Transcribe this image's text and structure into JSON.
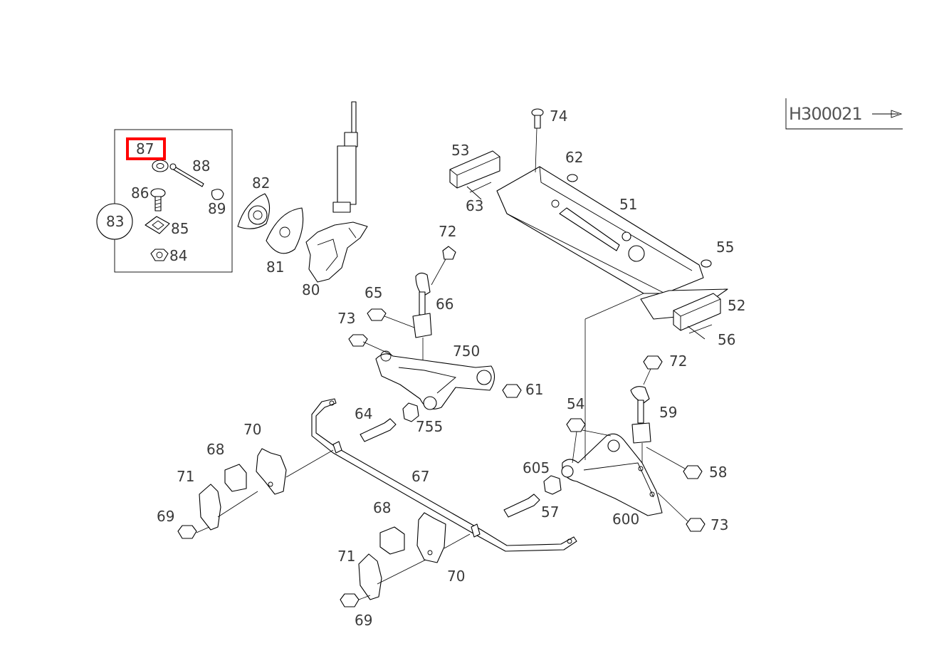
{
  "diagram": {
    "reference_code": "H300021",
    "highlighted_part": "87",
    "highlight_color": "#ff0000",
    "line_color": "#000000",
    "label_color": "#3a3a3a",
    "detail_box_label": "83",
    "callouts": [
      "87",
      "88",
      "86",
      "89",
      "85",
      "84",
      "83",
      "82",
      "81",
      "80",
      "74",
      "53",
      "62",
      "63",
      "51",
      "55",
      "52",
      "56",
      "72",
      "65",
      "66",
      "73",
      "750",
      "61",
      "64",
      "755",
      "70",
      "68",
      "71",
      "69",
      "67",
      "54",
      "72",
      "59",
      "58",
      "605",
      "57",
      "600",
      "73",
      "68",
      "71",
      "70",
      "69"
    ]
  }
}
